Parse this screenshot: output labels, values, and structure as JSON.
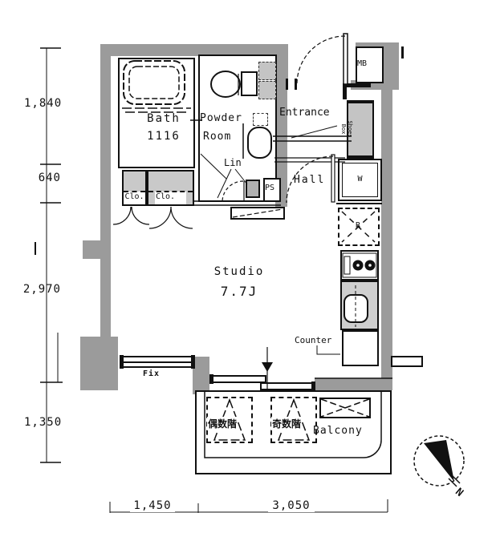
{
  "dimensions": {
    "left": [
      "1,840",
      "640",
      "2,970",
      "1,350"
    ],
    "bottom": [
      "1,450",
      "3,050"
    ]
  },
  "rooms": {
    "bath": "Bath",
    "bath_size": "1116",
    "powder_line1": "Powder",
    "powder_line2": "Room",
    "linen": "Lin",
    "closet_left": "Clo.",
    "closet_right": "Clo.",
    "entrance": "Entrance",
    "hall": "Hall",
    "studio": "Studio",
    "studio_size": "7.7J",
    "balcony": "Balcony"
  },
  "labels": {
    "mail_box": "MB",
    "washer": "W",
    "refrigerator": "R",
    "pipe_space": "PS",
    "shoes_line1": "Shoes",
    "shoes_line2": "Box",
    "counter": "Counter",
    "fixed_window": "Fix",
    "hatch_even_floor": "偶数階",
    "hatch_odd_floor": "奇数階",
    "north": "N"
  },
  "colors": {
    "wall": "#9b9b9b",
    "closet_fill": "#c9c9c9",
    "fixture_fill": "#c4c4c4",
    "line": "#111111"
  }
}
